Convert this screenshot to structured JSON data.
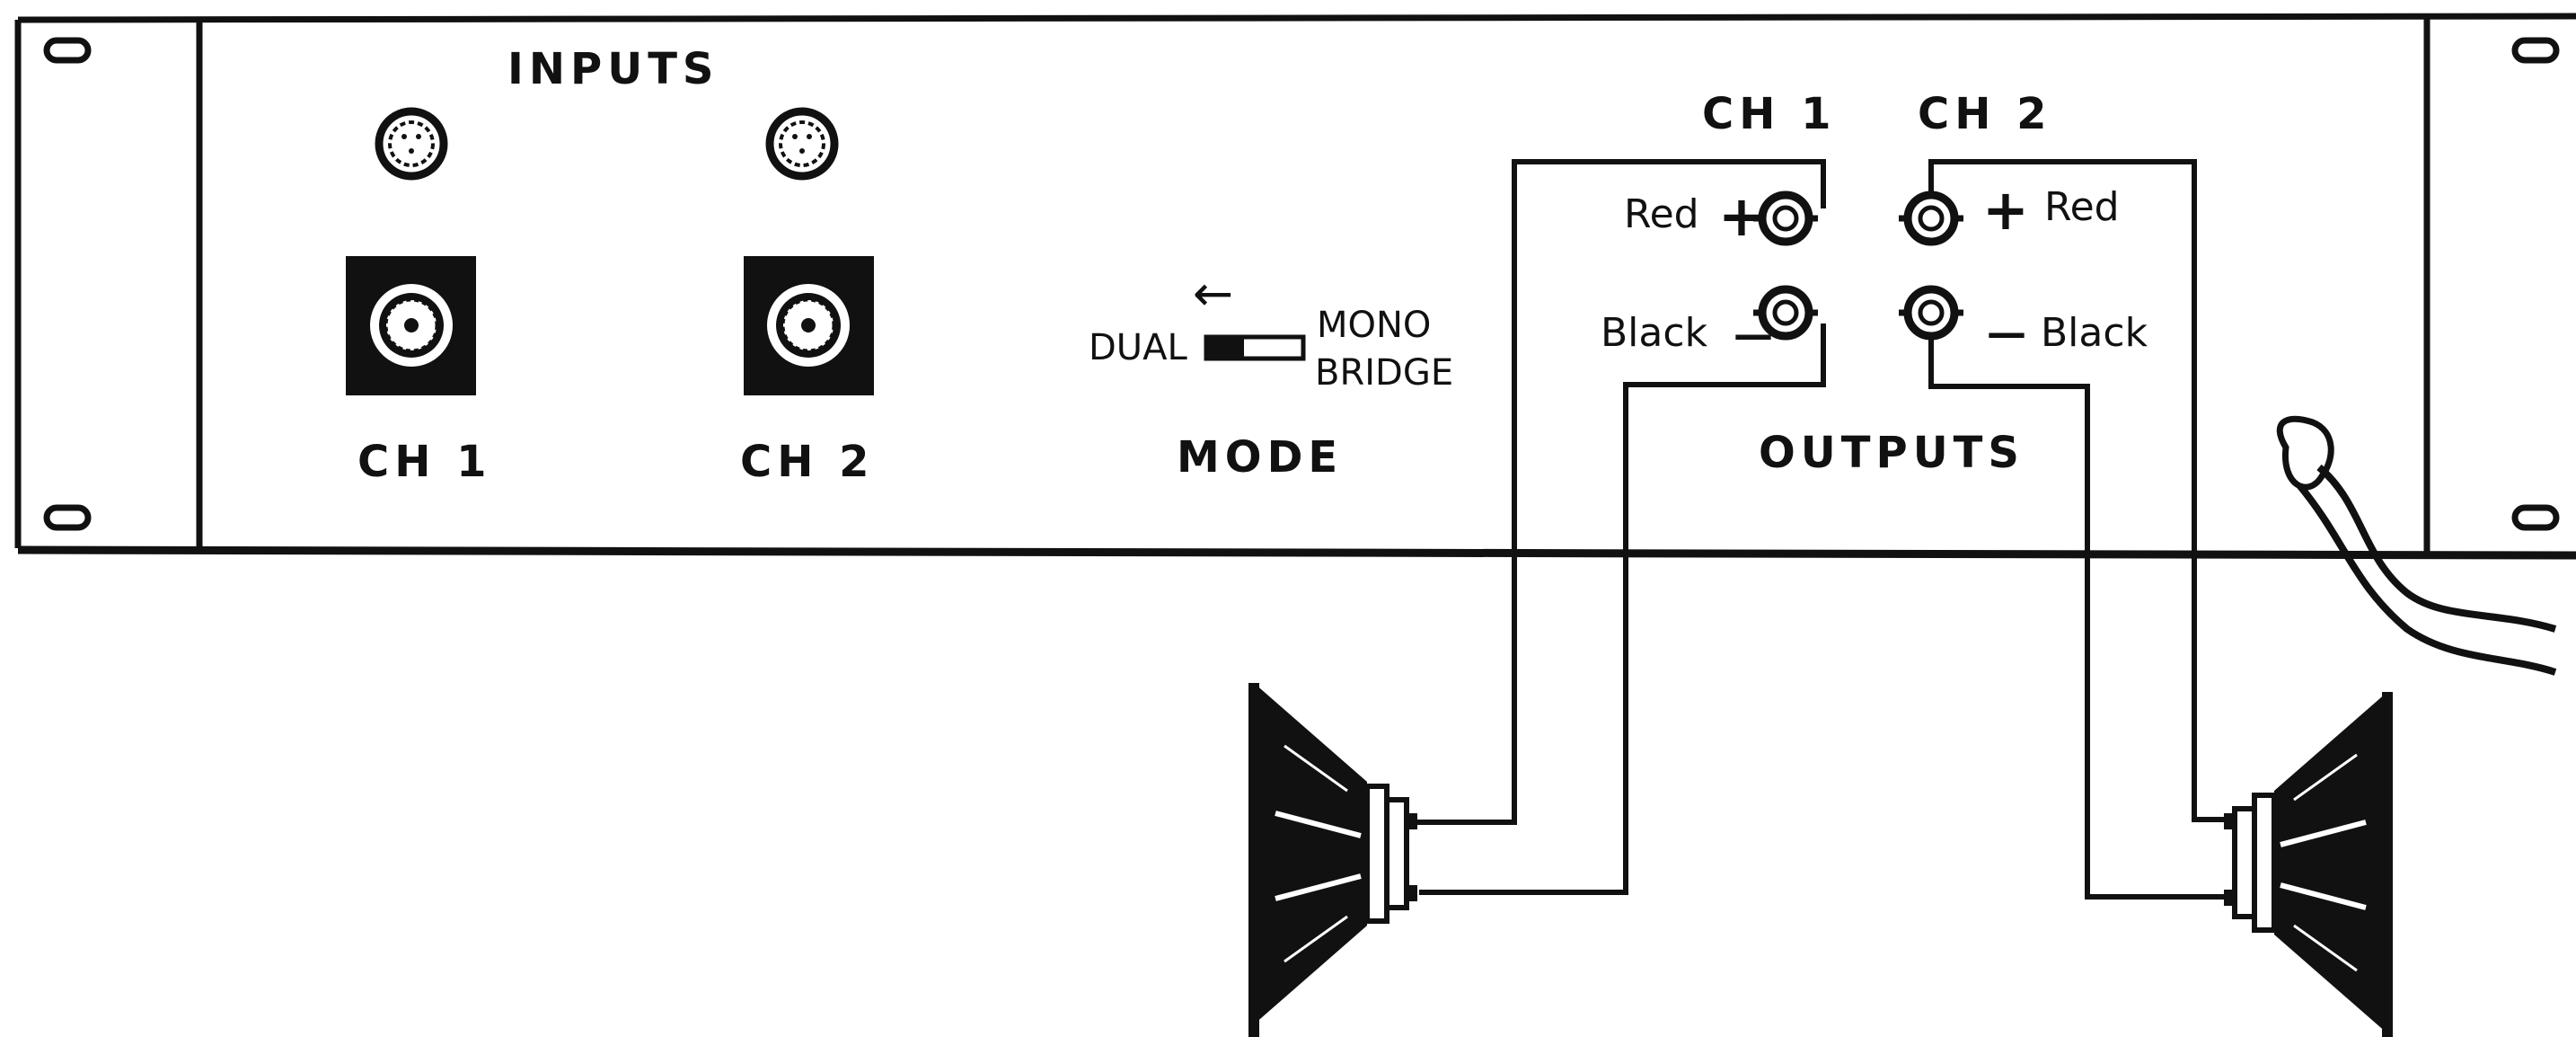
{
  "inputs": {
    "title": "INPUTS",
    "ch1_label": "CH 1",
    "ch2_label": "CH 2"
  },
  "mode": {
    "arrow": "←",
    "dual_label": "DUAL",
    "mono_label": "MONO",
    "bridge_label": "BRIDGE",
    "title": "MODE"
  },
  "outputs": {
    "ch1_label": "CH 1",
    "ch2_label": "CH 2",
    "title": "OUTPUTS",
    "red_left": "Red",
    "red_right": "Red",
    "black_left": "Black",
    "black_right": "Black",
    "plus_symbol": "+",
    "minus_symbol": "—"
  },
  "colors": {
    "line": "#111111",
    "background": "#ffffff"
  }
}
